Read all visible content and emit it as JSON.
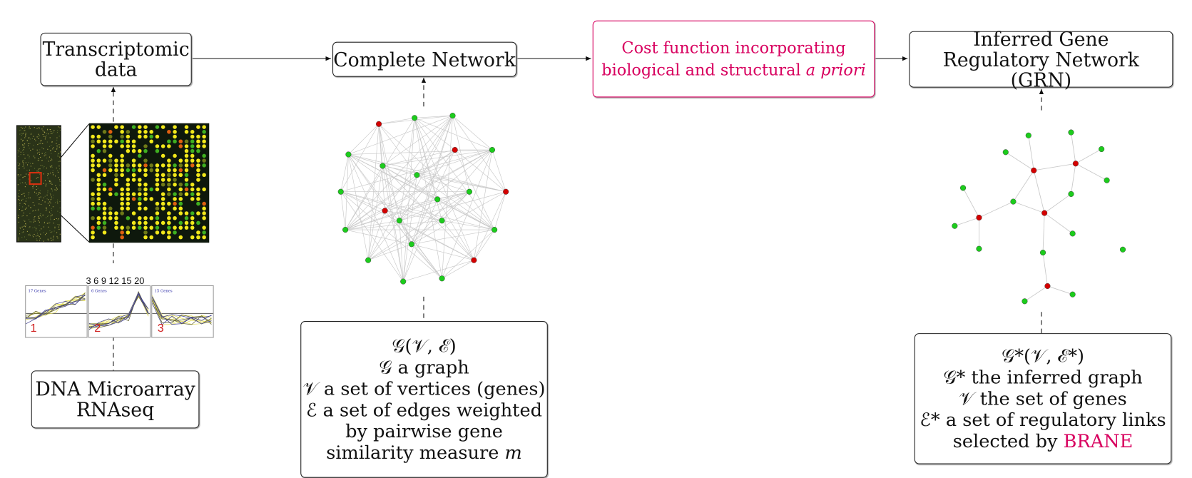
{
  "boxes": {
    "transcriptomic": {
      "line1": "Transcriptomic",
      "line2": "data"
    },
    "complete_network": {
      "label": "Complete Network"
    },
    "cost_function": {
      "line1": "Cost function incorporating",
      "line2a": "biological and structural ",
      "line2b": "a priori"
    },
    "inferred_grn": {
      "line1": "Inferred Gene",
      "line2": "Regulatory Network (GRN)"
    },
    "dna": {
      "line1": "DNA Microarray",
      "line2": "RNAseq"
    },
    "graph_def": {
      "lines": [
        "𝒢(𝒱, ℰ)",
        "𝒢 a graph",
        "𝒱 a set of vertices (genes)",
        "ℰ a set of edges weighted",
        "by pairwise gene",
        "similarity measure 𝑚"
      ]
    },
    "inferred_def": {
      "lines": [
        "𝒢*(𝒱, ℰ*)",
        "𝒢* the inferred graph",
        "𝒱 the set of genes",
        "ℰ* a set of regulatory links"
      ],
      "last_prefix": "selected by ",
      "last_highlight": "BRANE"
    }
  },
  "expression_plots": {
    "time_ticks": "3   6   9   12 15 20",
    "panels": [
      "1",
      "2",
      "3"
    ],
    "panel_titles": [
      "17 Genes",
      "6 Genes",
      "15 Genes"
    ]
  },
  "colors": {
    "accent": "#d8005f",
    "red_node": "#d40000",
    "green_node": "#1ccc1c"
  }
}
